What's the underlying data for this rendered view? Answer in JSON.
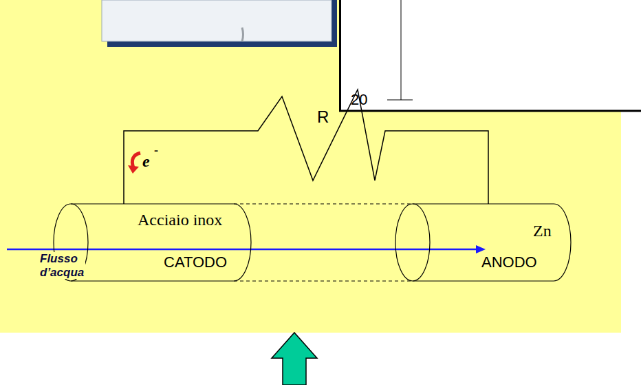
{
  "diagram": {
    "nodes": [
      {
        "text": [
          "Acciaio inox",
          "CATODO"
        ]
      },
      {
        "text": [
          "Zn",
          "ANODO"
        ]
      }
    ],
    "edges": [
      {
        "from": 0,
        "to": 1,
        "arrow": "none",
        "label": "R"
      }
    ],
    "labels": [
      "20",
      "e",
      "-",
      "Flusso d’acqua"
    ]
  }
}
